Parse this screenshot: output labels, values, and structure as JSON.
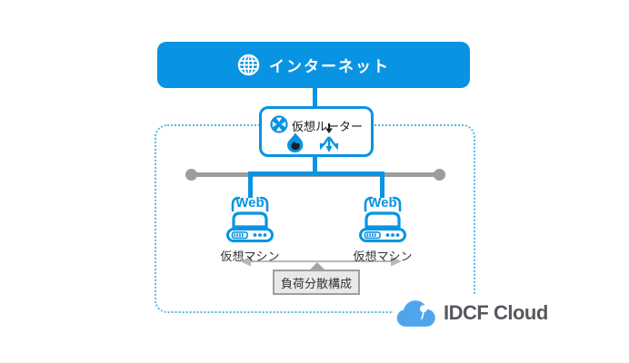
{
  "diagram_title": "IDCF Cloud load-balanced web server architecture",
  "internet": {
    "label": "インターネット"
  },
  "router": {
    "label": "仮想ルーター"
  },
  "servers": [
    {
      "badge": "Web",
      "label": "仮想マシン"
    },
    {
      "badge": "Web",
      "label": "仮想マシン"
    }
  ],
  "callout": {
    "label": "負荷分散構成"
  },
  "logo": {
    "text": "IDCF Cloud"
  },
  "icons": {
    "globe-icon": "white wireframe globe",
    "virtual-router-icon": "blue circle with four white arrows converging",
    "firewall-flame-icon": "blue flame with dark core",
    "load-balancer-icon": "black arrow splitting into three blue arrows",
    "web-server-icon": "blue server chassis with Web banner",
    "spread-arrow-icon": "gray double-headed horizontal arrow",
    "cloud-logo-icon": "blue cloud with white balloon"
  },
  "colors": {
    "primary_blue": "#0894e2",
    "dotted_border_blue": "#54b8ea",
    "bus_gray": "#9d9d9d",
    "arrow_gray": "#b8b8b8",
    "callout_bg": "#e8e8e8",
    "callout_border": "#9e9e9e",
    "text_dark": "#333333",
    "logo_text_gray": "#55585c",
    "logo_cloud_blue": "#4fa5ec"
  }
}
